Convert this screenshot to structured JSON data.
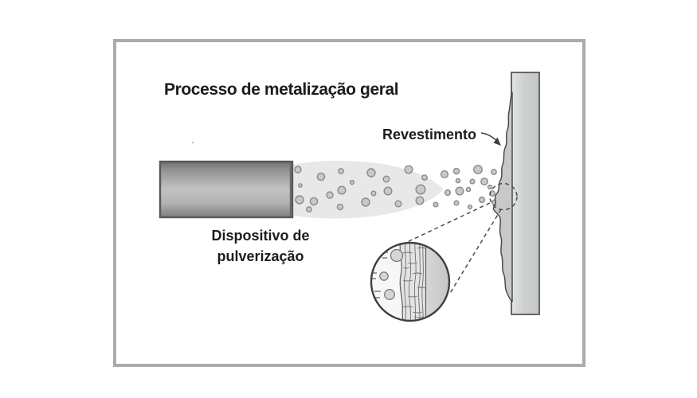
{
  "diagram": {
    "title": "Processo de metalização geral",
    "labels": {
      "device_line1": "Dispositivo de",
      "device_line2": "pulverização",
      "coating": "Revestimento"
    },
    "parts": {
      "spray_device": "Dispositivo de pulverização",
      "coating": "Revestimento"
    },
    "colors": {
      "frame_border": "#ababab",
      "plume_gray": "#e8e8e8",
      "particle_fill": "#c9c9c9",
      "particle_stroke": "#8a8a8a",
      "substrate_gray": "#cfd2d3",
      "coating_gray": "#c8c8c8",
      "outline_dark": "#4c4c4c",
      "text_color": "#1c1c1c"
    }
  }
}
